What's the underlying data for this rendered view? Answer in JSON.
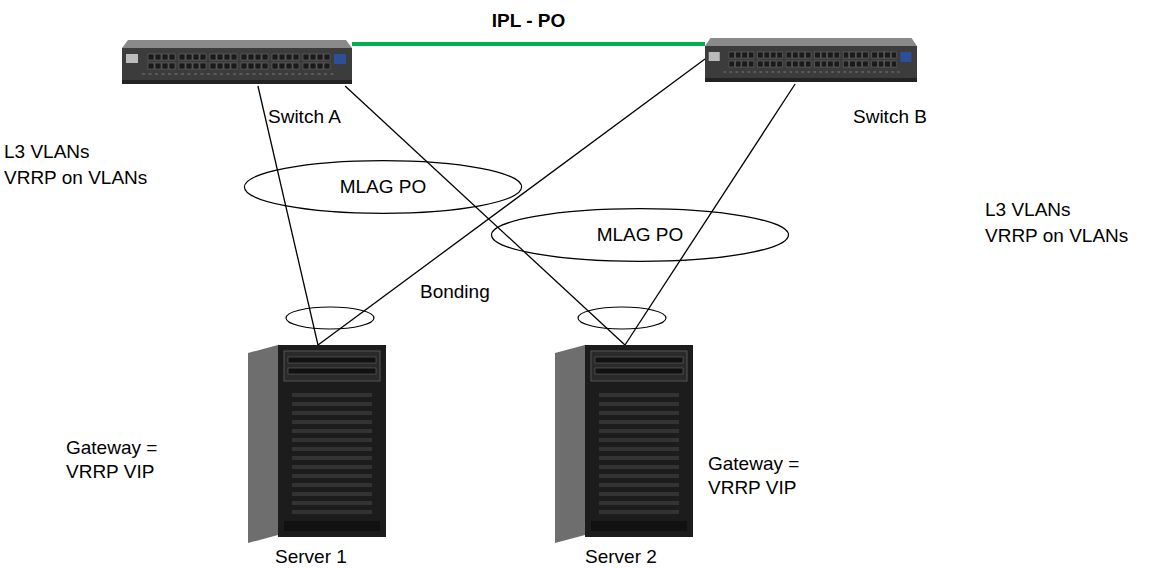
{
  "diagram": {
    "nodes": [
      {
        "text": [
          "Switch A"
        ]
      },
      {
        "text": [
          "Switch B"
        ]
      },
      {
        "text": [
          "MLAG PO"
        ]
      },
      {
        "text": [
          "MLAG PO"
        ]
      },
      {
        "text": [
          "Server 1"
        ]
      },
      {
        "text": [
          "Server 2"
        ]
      }
    ],
    "edges": [
      {
        "from": 0,
        "to": 1,
        "label": "IPL - PO",
        "arrow": "none"
      },
      {
        "from": 0,
        "to": 4,
        "arrow": "none"
      },
      {
        "from": 1,
        "to": 4,
        "arrow": "none"
      },
      {
        "from": 0,
        "to": 5,
        "arrow": "none"
      },
      {
        "from": 1,
        "to": 5,
        "arrow": "none"
      }
    ],
    "labels": [
      "L3 VLANs",
      "VRRP on VLANs",
      "L3 VLANs",
      "VRRP on VLANs",
      "Bonding",
      "Gateway = VRRP VIP",
      "Gateway = VRRP VIP"
    ]
  }
}
